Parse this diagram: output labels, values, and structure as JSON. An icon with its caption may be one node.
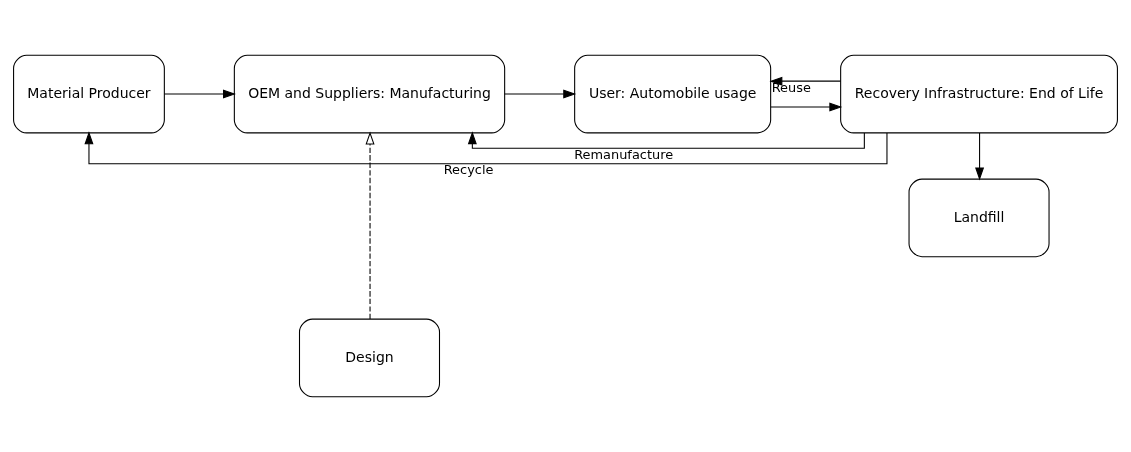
{
  "diagram": {
    "nodes": [
      {
        "text": [
          "Material Producer"
        ]
      },
      {
        "text": [
          "OEM and Suppliers: Manufacturing"
        ]
      },
      {
        "text": [
          "User: Automobile usage"
        ]
      },
      {
        "text": [
          "Recovery Infrastructure: End of Life"
        ]
      },
      {
        "text": [
          "Design"
        ]
      },
      {
        "text": [
          "Landfill"
        ]
      }
    ],
    "edges": [
      {
        "from": 0,
        "to": 1,
        "arrow": "to"
      },
      {
        "from": 1,
        "to": 2,
        "arrow": "to"
      },
      {
        "from": 2,
        "to": 3,
        "arrow": "to"
      },
      {
        "from": 3,
        "to": 5,
        "arrow": "to"
      },
      {
        "from": 4,
        "to": 1,
        "arrow": "to",
        "style": "dashed"
      },
      {
        "from": 3,
        "to": 2,
        "arrow": "to",
        "label": "Reuse"
      },
      {
        "from": 3,
        "to": 1,
        "arrow": "to",
        "label": "Remanufacture"
      },
      {
        "from": 3,
        "to": 0,
        "arrow": "to",
        "label": "Recycle"
      }
    ]
  }
}
